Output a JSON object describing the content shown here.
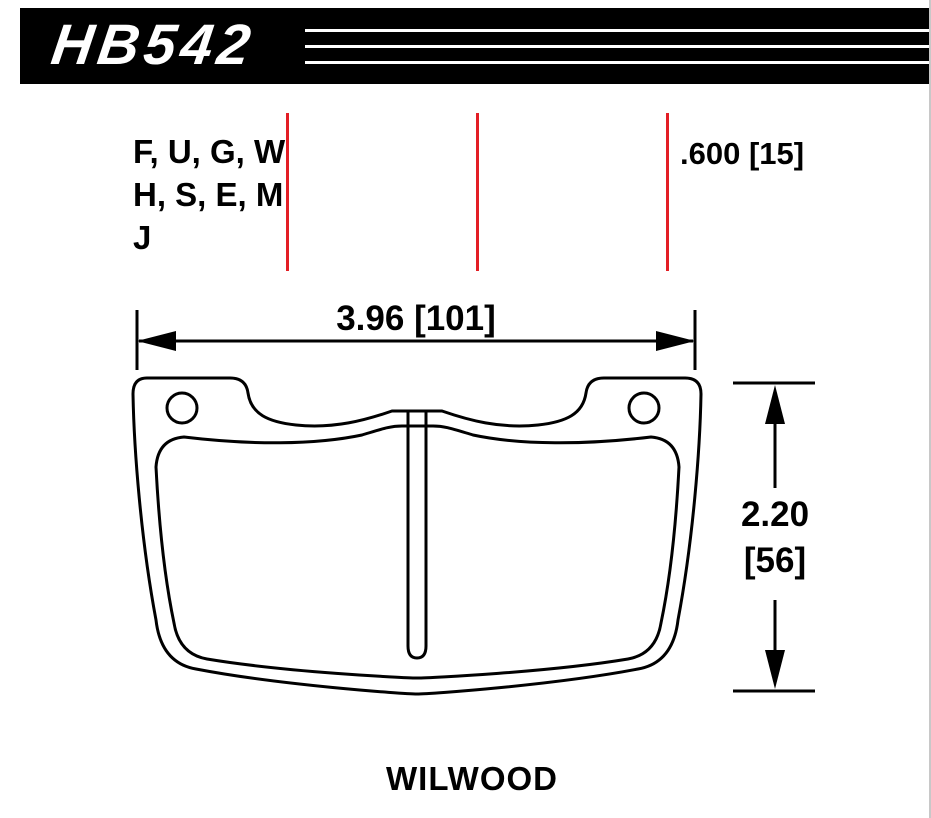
{
  "banner": {
    "part_number": "HB542"
  },
  "compound_codes": {
    "line1": "F, U, G, W",
    "line2": "H, S, E, M",
    "line3": "J"
  },
  "thickness_label": ".600 [15]",
  "width_dimension": {
    "label": "3.96 [101]"
  },
  "height_dimension": {
    "inches": "2.20",
    "millimeters": "[56]"
  },
  "brand": {
    "name": "WILWOOD"
  },
  "colors": {
    "reference_line_red": "#e31e25",
    "banner_background": "#000000",
    "line_black": "#000000"
  }
}
